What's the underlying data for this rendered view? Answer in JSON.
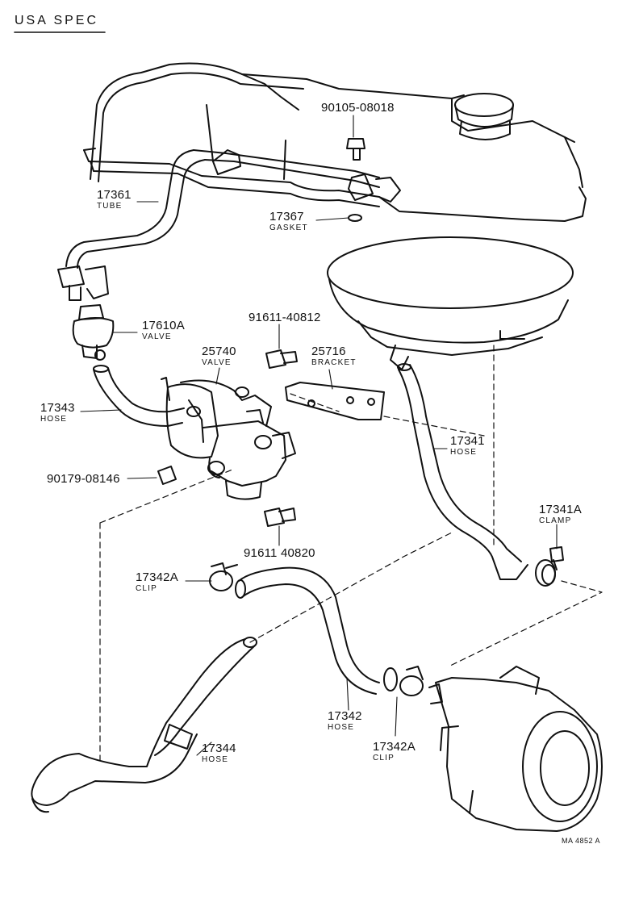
{
  "header": {
    "spec": "USA SPEC"
  },
  "footer": {
    "code": "MA 4852 A"
  },
  "parts": [
    {
      "id": "p1",
      "number": "90105-08018",
      "name": ""
    },
    {
      "id": "p2",
      "number": "17361",
      "name": "TUBE"
    },
    {
      "id": "p3",
      "number": "17367",
      "name": "GASKET"
    },
    {
      "id": "p4",
      "number": "17610A",
      "name": "VALVE"
    },
    {
      "id": "p5",
      "number": "91611-40812",
      "name": ""
    },
    {
      "id": "p6",
      "number": "25740",
      "name": "VALVE"
    },
    {
      "id": "p7",
      "number": "25716",
      "name": "BRACKET"
    },
    {
      "id": "p8",
      "number": "17343",
      "name": "HOSE"
    },
    {
      "id": "p9",
      "number": "17341",
      "name": "HOSE"
    },
    {
      "id": "p10",
      "number": "90179-08146",
      "name": ""
    },
    {
      "id": "p11",
      "number": "17341A",
      "name": "CLAMP"
    },
    {
      "id": "p12",
      "number": "91611 40820",
      "name": ""
    },
    {
      "id": "p13",
      "number": "17342A",
      "name": "CLIP"
    },
    {
      "id": "p14",
      "number": "17342",
      "name": "HOSE"
    },
    {
      "id": "p15",
      "number": "17344",
      "name": "HOSE"
    },
    {
      "id": "p16",
      "number": "17342A",
      "name": "CLIP"
    }
  ]
}
